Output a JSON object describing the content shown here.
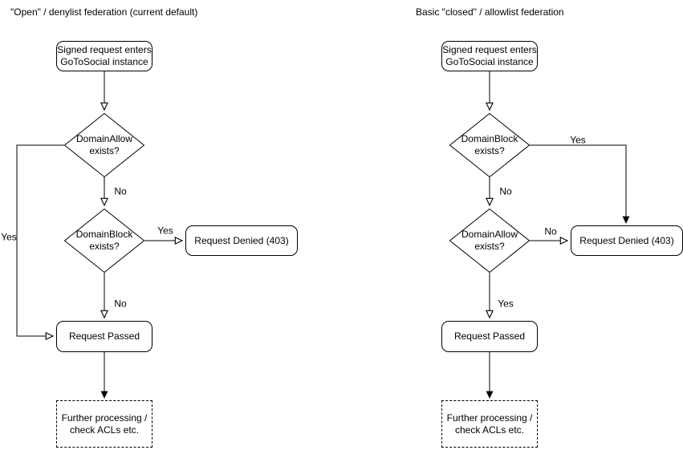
{
  "colors": {
    "stroke": "#000000",
    "text": "#000000",
    "background": "#ffffff"
  },
  "left_chart": {
    "title": "\"Open\" / denylist federation (current default)",
    "nodes": {
      "start": "Signed request enters\nGoToSocial instance",
      "decision_allow": "DomainAllow\nexists?",
      "decision_block": "DomainBlock\nexists?",
      "denied": "Request Denied (403)",
      "passed": "Request Passed",
      "further": "Further processing /\ncheck ACLs etc."
    },
    "edge_labels": {
      "allow_yes": "Yes",
      "allow_no": "No",
      "block_yes": "Yes",
      "block_no": "No"
    }
  },
  "right_chart": {
    "title": "Basic \"closed\" / allowlist federation",
    "nodes": {
      "start": "Signed request enters\nGoToSocial instance",
      "decision_block": "DomainBlock\nexists?",
      "decision_allow": "DomainAllow\nexists?",
      "denied": "Request Denied (403)",
      "passed": "Request Passed",
      "further": "Further processing /\ncheck ACLs etc."
    },
    "edge_labels": {
      "block_yes": "Yes",
      "block_no": "No",
      "allow_no": "No",
      "allow_yes": "Yes"
    }
  }
}
